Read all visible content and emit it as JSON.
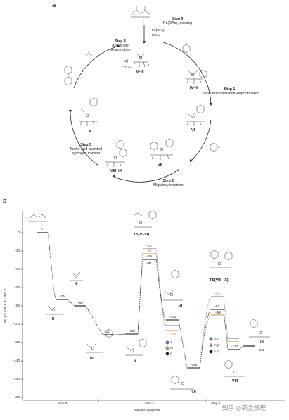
{
  "panel_a": {
    "letter": "a",
    "steps": [
      {
        "title": "Step 0",
        "desc": "Pd(OAc)₂ docking"
      },
      {
        "title": "Step 1",
        "desc": "Concerted metallation–deprotonation"
      },
      {
        "title": "Step 2",
        "desc": "Migratory insertion"
      },
      {
        "title": "Step 3",
        "desc": "Acetic-acid-assisted hydrogen transfer"
      },
      {
        "title": "Step 4",
        "desc": "Active site regeneration"
      }
    ],
    "reagents": {
      "docking_in": "+ Pd(OAc)₂",
      "docking_out": "− HOAc",
      "regen_in": "[O]",
      "regen_out": "− H₂O"
    },
    "species": [
      "I",
      "II–III",
      "IV–V",
      "VI",
      "VII",
      "VIII–IX",
      "X"
    ]
  },
  "panel_b": {
    "letter": "b",
    "y_axis_label": "ΔG (kJ mol⁻¹, T = 393 K)",
    "y_ticks": [
      "0",
      "−20",
      "−40",
      "−60",
      "−80",
      "−100",
      "−120",
      "−140",
      "−160",
      "−180"
    ],
    "x_axis_label": "Reaction progress",
    "stages": [
      "Step 0",
      "Step 1",
      "Step 2"
    ],
    "levels": [
      "0",
      "−75",
      "−80",
      "−117",
      "−120",
      "−81",
      "−100",
      "−114",
      "−165",
      "−98",
      "−142",
      "−165"
    ],
    "ts_values": [
      "−18",
      "−22",
      "−29",
      "−74",
      "−81"
    ],
    "ts_labels": [
      "TS(V–VI)",
      "TS(VIII–IX)"
    ],
    "species": [
      "I",
      "II",
      "III",
      "IV",
      "V",
      "VI",
      "VII",
      "VIII",
      "IX"
    ],
    "legend_step1": [
      "o",
      "m",
      "p"
    ],
    "legend_step2": [
      "o,p′",
      "m,p′",
      "p,p′"
    ],
    "series_colors": {
      "o": "#4a78c8",
      "m": "#d8913a",
      "p": "#1a1a1a"
    }
  },
  "watermark": {
    "text": "知乎 @新之微理"
  }
}
